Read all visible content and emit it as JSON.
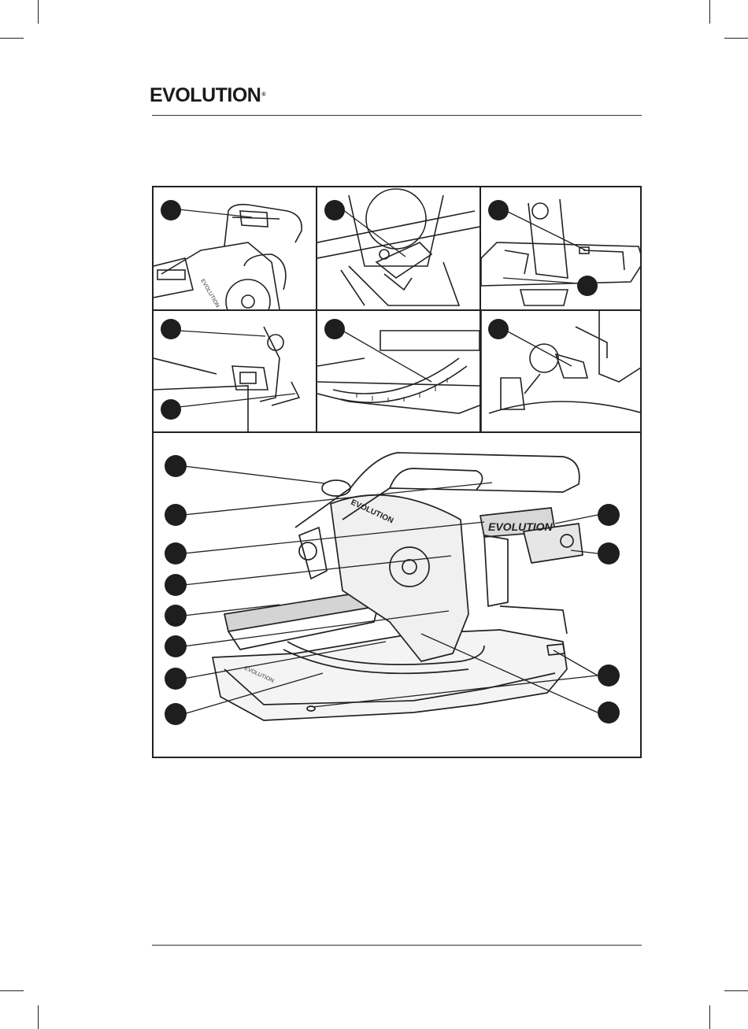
{
  "header": {
    "logo_text": "EVOLUTION",
    "logo_mark": "®"
  },
  "figure": {
    "panels": [
      {
        "id": "p1",
        "callouts": 1
      },
      {
        "id": "p2",
        "callouts": 1
      },
      {
        "id": "p3",
        "callouts": 2
      },
      {
        "id": "p4",
        "callouts": 2
      },
      {
        "id": "p5",
        "callouts": 1
      },
      {
        "id": "p6",
        "callouts": 1
      }
    ],
    "main_callouts": 12,
    "saw_brand_text": "EVOLUTION"
  },
  "colors": {
    "line": "#222222",
    "callout": "#1e1e1e",
    "fence": "#cfcfcf",
    "body": "#f2f2f2"
  }
}
